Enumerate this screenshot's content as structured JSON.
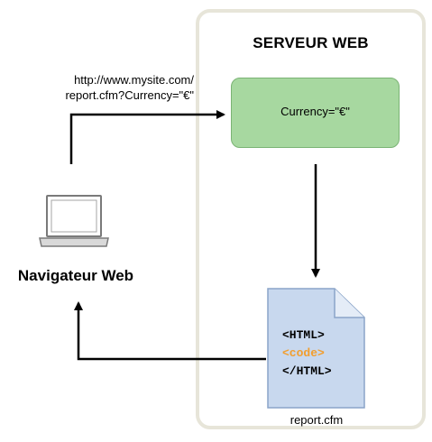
{
  "server": {
    "title": "SERVEUR WEB"
  },
  "currency_box": {
    "label": "Currency=\"€\"",
    "fill": "#a7d8a0"
  },
  "request": {
    "url_line1": "http://www.mysite.com/",
    "url_line2": "report.cfm?Currency=\"€\""
  },
  "browser": {
    "label": "Navigateur Web",
    "icon": "laptop-icon"
  },
  "document": {
    "icon": "file-icon",
    "filename": "report.cfm",
    "code_lines": [
      "<HTML>",
      "<code>",
      "</HTML>"
    ],
    "highlight_color": "#f29e2e"
  }
}
